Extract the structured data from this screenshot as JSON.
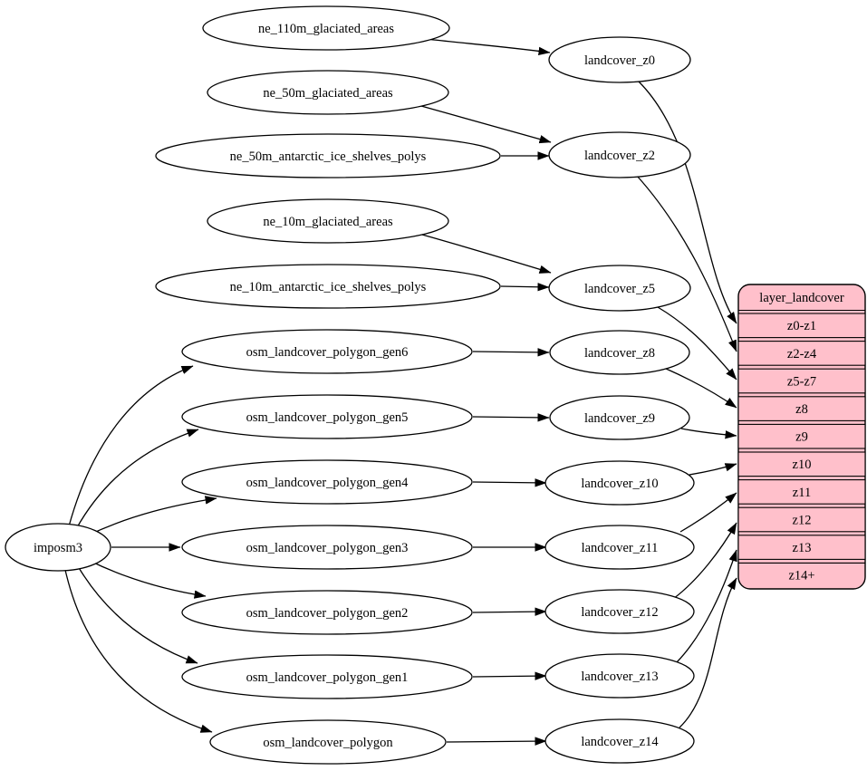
{
  "colors": {
    "background": "#ffffff",
    "node_fill": "#ffffff",
    "node_stroke": "#000000",
    "edge": "#000000",
    "table_fill": "#ffc0cb",
    "text": "#000000"
  },
  "nodes": {
    "imposm3": "imposm3",
    "ne_110m_glaciated_areas": "ne_110m_glaciated_areas",
    "ne_50m_glaciated_areas": "ne_50m_glaciated_areas",
    "ne_50m_antarctic_ice_shelves_polys": "ne_50m_antarctic_ice_shelves_polys",
    "ne_10m_glaciated_areas": "ne_10m_glaciated_areas",
    "ne_10m_antarctic_ice_shelves_polys": "ne_10m_antarctic_ice_shelves_polys",
    "osm_landcover_polygon_gen6": "osm_landcover_polygon_gen6",
    "osm_landcover_polygon_gen5": "osm_landcover_polygon_gen5",
    "osm_landcover_polygon_gen4": "osm_landcover_polygon_gen4",
    "osm_landcover_polygon_gen3": "osm_landcover_polygon_gen3",
    "osm_landcover_polygon_gen2": "osm_landcover_polygon_gen2",
    "osm_landcover_polygon_gen1": "osm_landcover_polygon_gen1",
    "osm_landcover_polygon": "osm_landcover_polygon",
    "landcover_z0": "landcover_z0",
    "landcover_z2": "landcover_z2",
    "landcover_z5": "landcover_z5",
    "landcover_z8": "landcover_z8",
    "landcover_z9": "landcover_z9",
    "landcover_z10": "landcover_z10",
    "landcover_z11": "landcover_z11",
    "landcover_z12": "landcover_z12",
    "landcover_z13": "landcover_z13",
    "landcover_z14": "landcover_z14"
  },
  "table": {
    "title": "layer_landcover",
    "rows": [
      "z0-z1",
      "z2-z4",
      "z5-z7",
      "z8",
      "z9",
      "z10",
      "z11",
      "z12",
      "z13",
      "z14+"
    ]
  },
  "edges": [
    {
      "from": "ne_110m_glaciated_areas",
      "to": "landcover_z0"
    },
    {
      "from": "ne_50m_glaciated_areas",
      "to": "landcover_z2"
    },
    {
      "from": "ne_50m_antarctic_ice_shelves_polys",
      "to": "landcover_z2"
    },
    {
      "from": "ne_10m_glaciated_areas",
      "to": "landcover_z5"
    },
    {
      "from": "ne_10m_antarctic_ice_shelves_polys",
      "to": "landcover_z5"
    },
    {
      "from": "osm_landcover_polygon_gen6",
      "to": "landcover_z8"
    },
    {
      "from": "osm_landcover_polygon_gen5",
      "to": "landcover_z9"
    },
    {
      "from": "osm_landcover_polygon_gen4",
      "to": "landcover_z10"
    },
    {
      "from": "osm_landcover_polygon_gen3",
      "to": "landcover_z11"
    },
    {
      "from": "osm_landcover_polygon_gen2",
      "to": "landcover_z12"
    },
    {
      "from": "osm_landcover_polygon_gen1",
      "to": "landcover_z13"
    },
    {
      "from": "osm_landcover_polygon",
      "to": "landcover_z14"
    },
    {
      "from": "imposm3",
      "to": "osm_landcover_polygon_gen6"
    },
    {
      "from": "imposm3",
      "to": "osm_landcover_polygon_gen5"
    },
    {
      "from": "imposm3",
      "to": "osm_landcover_polygon_gen4"
    },
    {
      "from": "imposm3",
      "to": "osm_landcover_polygon_gen3"
    },
    {
      "from": "imposm3",
      "to": "osm_landcover_polygon_gen2"
    },
    {
      "from": "imposm3",
      "to": "osm_landcover_polygon_gen1"
    },
    {
      "from": "imposm3",
      "to": "osm_landcover_polygon"
    },
    {
      "from": "landcover_z0",
      "to": "layer_landcover:z0-z1"
    },
    {
      "from": "landcover_z2",
      "to": "layer_landcover:z2-z4"
    },
    {
      "from": "landcover_z5",
      "to": "layer_landcover:z5-z7"
    },
    {
      "from": "landcover_z8",
      "to": "layer_landcover:z8"
    },
    {
      "from": "landcover_z9",
      "to": "layer_landcover:z9"
    },
    {
      "from": "landcover_z10",
      "to": "layer_landcover:z10"
    },
    {
      "from": "landcover_z11",
      "to": "layer_landcover:z11"
    },
    {
      "from": "landcover_z12",
      "to": "layer_landcover:z12"
    },
    {
      "from": "landcover_z13",
      "to": "layer_landcover:z13"
    },
    {
      "from": "landcover_z14",
      "to": "layer_landcover:z14+"
    }
  ]
}
